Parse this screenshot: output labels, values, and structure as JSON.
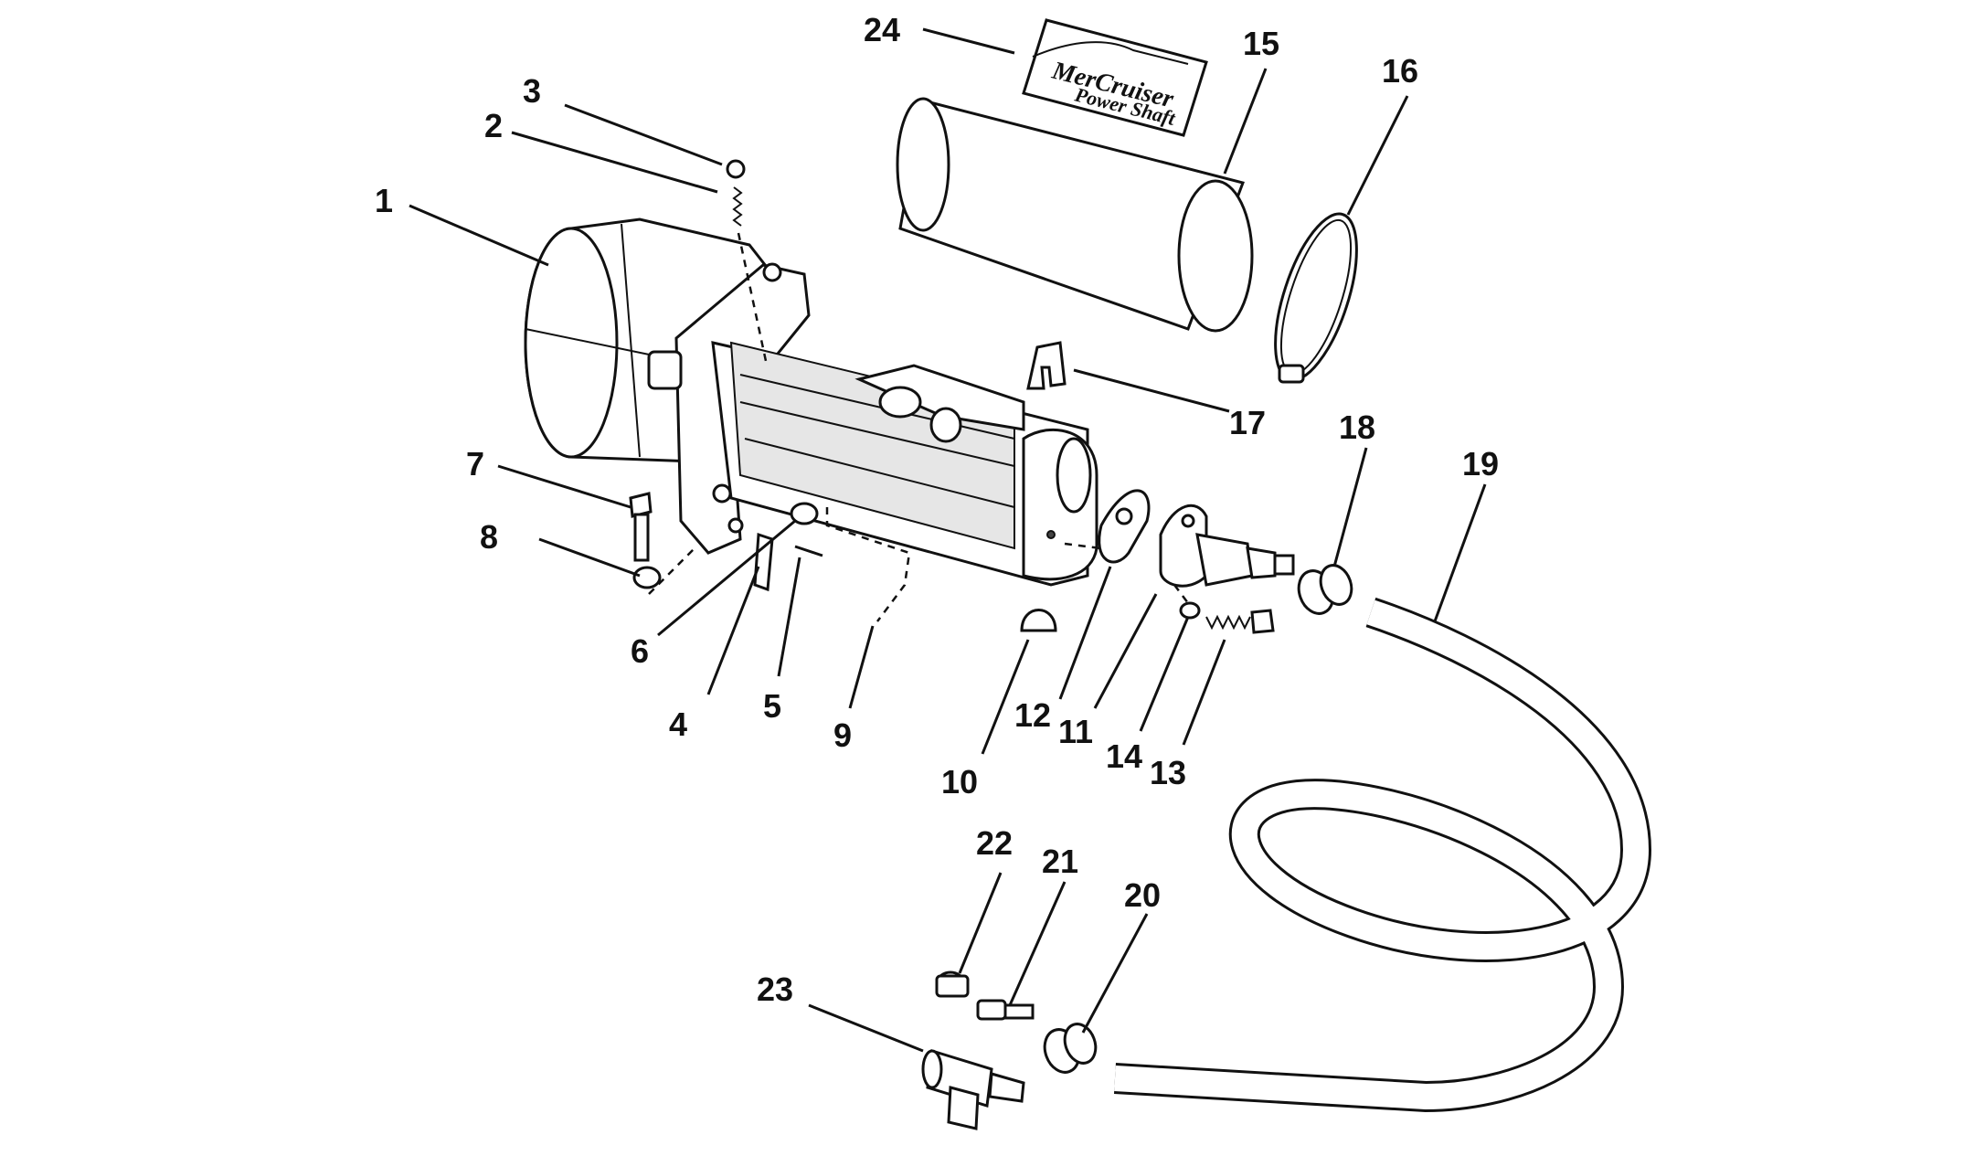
{
  "diagram": {
    "callouts": [
      {
        "id": "c1",
        "text": "1"
      },
      {
        "id": "c2",
        "text": "2"
      },
      {
        "id": "c3",
        "text": "3"
      },
      {
        "id": "c4",
        "text": "4"
      },
      {
        "id": "c5",
        "text": "5"
      },
      {
        "id": "c6",
        "text": "6"
      },
      {
        "id": "c7",
        "text": "7"
      },
      {
        "id": "c8",
        "text": "8"
      },
      {
        "id": "c9",
        "text": "9"
      },
      {
        "id": "c10",
        "text": "10"
      },
      {
        "id": "c11",
        "text": "11"
      },
      {
        "id": "c12",
        "text": "12"
      },
      {
        "id": "c13",
        "text": "13"
      },
      {
        "id": "c14",
        "text": "14"
      },
      {
        "id": "c15",
        "text": "15"
      },
      {
        "id": "c16",
        "text": "16"
      },
      {
        "id": "c17",
        "text": "17"
      },
      {
        "id": "c18",
        "text": "18"
      },
      {
        "id": "c19",
        "text": "19"
      },
      {
        "id": "c20",
        "text": "20"
      },
      {
        "id": "c21",
        "text": "21"
      },
      {
        "id": "c22",
        "text": "22"
      },
      {
        "id": "c23",
        "text": "23"
      },
      {
        "id": "c24",
        "text": "24"
      }
    ],
    "decal": {
      "brand_line": "MerCruiser",
      "product_line": "Power Shaft"
    }
  }
}
